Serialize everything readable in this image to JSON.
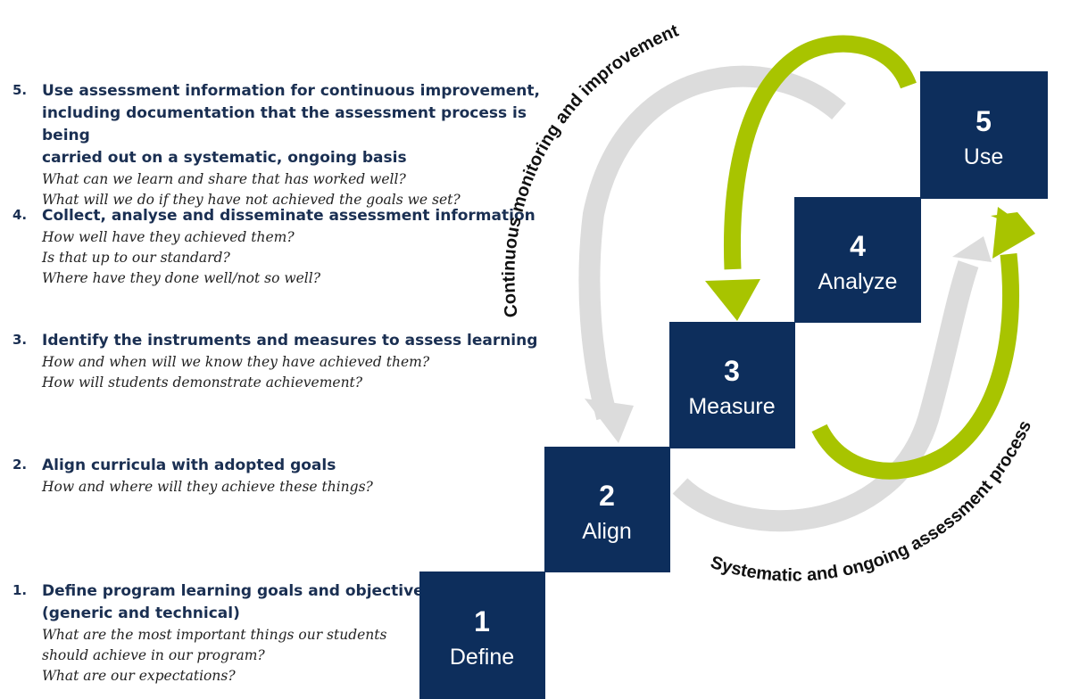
{
  "steps": [
    {
      "number": "5.",
      "title_lines": [
        "Use assessment information for continuous improvement,",
        "including documentation that the assessment process is being",
        "carried out on a systematic, ongoing basis"
      ],
      "questions": [
        "What can we learn and share that has worked well?",
        "What will we do if they have not achieved the goals we set?"
      ]
    },
    {
      "number": "4.",
      "title_lines": [
        "Collect, analyse and disseminate assessment information"
      ],
      "questions": [
        "How well have they achieved them?",
        "Is that up to our standard?",
        "Where have they done well/not so well?"
      ]
    },
    {
      "number": "3.",
      "title_lines": [
        "Identify the instruments and measures to assess learning"
      ],
      "questions": [
        "How and when will we know they have achieved them?",
        "How will students demonstrate achievement?"
      ]
    },
    {
      "number": "2.",
      "title_lines": [
        "Align curricula with adopted goals"
      ],
      "questions": [
        "How and where will they achieve these things?"
      ]
    },
    {
      "number": "1.",
      "title_lines": [
        "Define program learning goals and objectives",
        "(generic and technical)"
      ],
      "questions": [
        "What are the most important things our students",
        "should achieve in our program?",
        "What are our expectations?"
      ]
    }
  ],
  "boxes": [
    {
      "num": "1",
      "label": "Define"
    },
    {
      "num": "2",
      "label": "Align"
    },
    {
      "num": "3",
      "label": "Measure"
    },
    {
      "num": "4",
      "label": "Analyze"
    },
    {
      "num": "5",
      "label": "Use"
    }
  ],
  "cycle_labels": {
    "left": "Continuous monitoring and improvement",
    "right": "Systematic and ongoing assessment process"
  },
  "colors": {
    "box": "#0d2e5c",
    "arrow_green": "#a8c400",
    "arrow_gray": "#dcdcdc",
    "text_navy": "#1a2f52"
  }
}
